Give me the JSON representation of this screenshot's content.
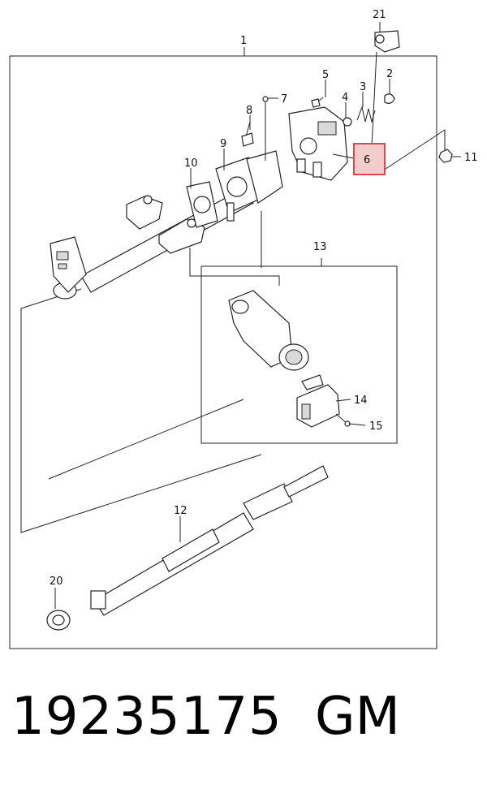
{
  "callouts": {
    "c1": "1",
    "c2": "2",
    "c3": "3",
    "c4": "4",
    "c5": "5",
    "c6": "6",
    "c7": "7",
    "c8": "8",
    "c9": "9",
    "c10": "10",
    "c11": "11",
    "c12": "12",
    "c13": "13",
    "c14": "14",
    "c15": "15",
    "c20": "20",
    "c21": "21"
  },
  "highlight_color": "#e0474c",
  "footer": {
    "part_number": "19235175",
    "brand": "GM"
  }
}
